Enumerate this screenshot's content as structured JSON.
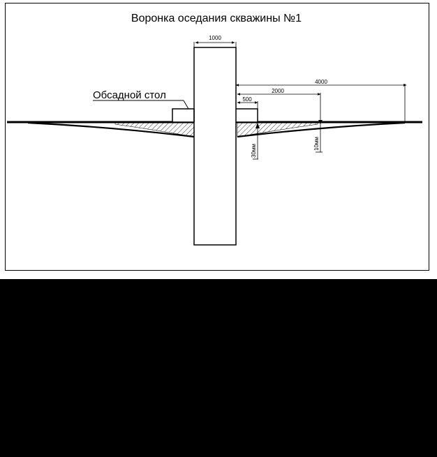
{
  "title": "Воронка оседания скважины  №1",
  "casing_label": "Обсадной стол",
  "dimensions": {
    "well_width": "1000",
    "radius_4000": "4000",
    "radius_2000": "2000",
    "table_500": "500",
    "depth_30": "30мм",
    "depth_10": "10мм"
  },
  "colors": {
    "drawing_background": "#ffffff",
    "lines": "#000000",
    "outer_background": "#000000"
  }
}
